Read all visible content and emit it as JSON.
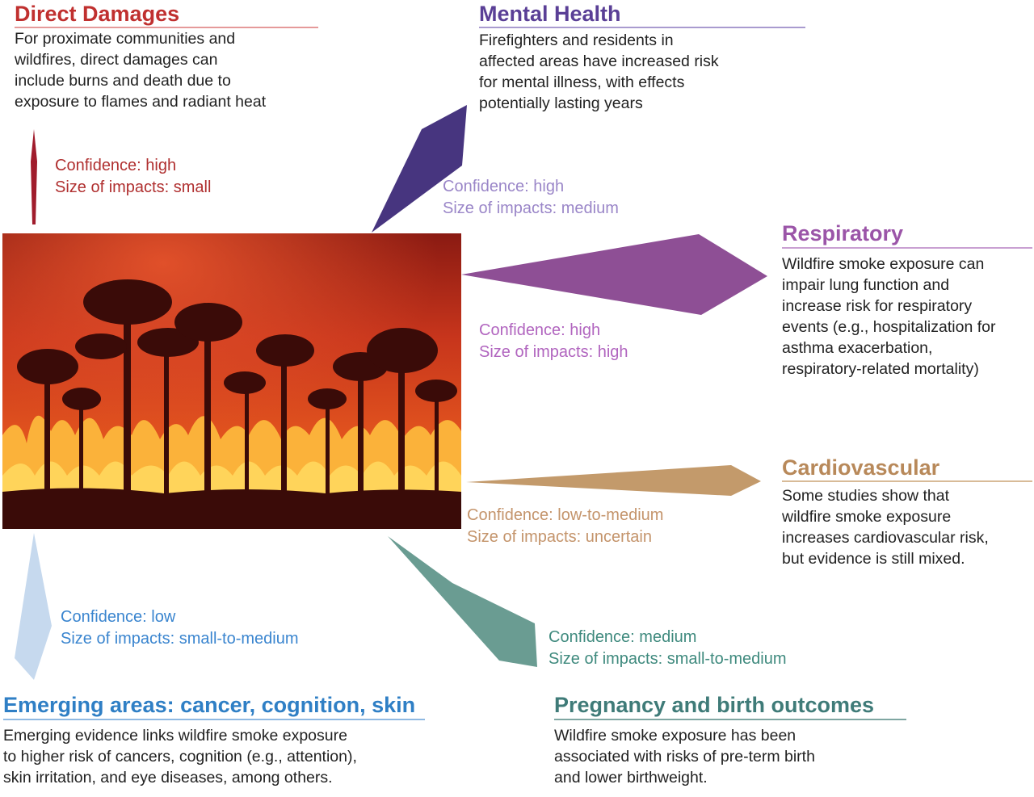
{
  "colors": {
    "direct": "#c0302f",
    "mental": "#5a3f96",
    "respiratory": "#9b55a8",
    "cardio": "#b8895a",
    "emerging": "#2f7fc5",
    "pregnancy": "#3f7b78",
    "arrow_direct": "#a01c2c",
    "arrow_mental": "#47357f",
    "arrow_respiratory": "#8e4f95",
    "arrow_cardio": "#c39a6b",
    "arrow_emerging": "#c6d9ee",
    "arrow_pregnancy": "#6a9c92"
  },
  "image": {
    "subject": "forest-fire-silhouette-illustration"
  },
  "sections": {
    "direct": {
      "title": "Direct Damages",
      "body": [
        "For proximate communities and",
        "wildfires, direct damages can",
        "include burns and death due to",
        "exposure to flames and radiant heat"
      ],
      "confidence": "Confidence: high",
      "size": "Size of impacts: small"
    },
    "mental": {
      "title": "Mental Health",
      "body": [
        "Firefighters and residents in",
        "affected areas have increased risk",
        "for mental illness, with effects",
        "potentially lasting years"
      ],
      "confidence": "Confidence: high",
      "size": "Size of impacts: medium"
    },
    "respiratory": {
      "title": "Respiratory",
      "body": [
        "Wildfire smoke exposure can",
        "impair lung function and",
        "increase risk for respiratory",
        "events (e.g., hospitalization for",
        "asthma exacerbation,",
        "respiratory-related mortality)"
      ],
      "confidence": "Confidence: high",
      "size": "Size of impacts: high"
    },
    "cardio": {
      "title": "Cardiovascular",
      "body": [
        "Some studies show that",
        "wildfire smoke exposure",
        "increases cardiovascular risk,",
        "but evidence is still mixed."
      ],
      "confidence": "Confidence: low-to-medium",
      "size": "Size of impacts: uncertain"
    },
    "emerging": {
      "title": "Emerging areas: cancer, cognition, skin",
      "body": [
        "Emerging evidence links wildfire smoke exposure",
        "to higher risk of cancers, cognition (e.g., attention),",
        "skin irritation, and eye diseases, among others."
      ],
      "confidence": "Confidence: low",
      "size": "Size of impacts: small-to-medium"
    },
    "pregnancy": {
      "title": "Pregnancy and birth outcomes",
      "body": [
        "Wildfire smoke exposure has been",
        "associated with risks of pre-term birth",
        "and lower birthweight."
      ],
      "confidence": "Confidence: medium",
      "size": "Size of impacts: small-to-medium"
    }
  }
}
